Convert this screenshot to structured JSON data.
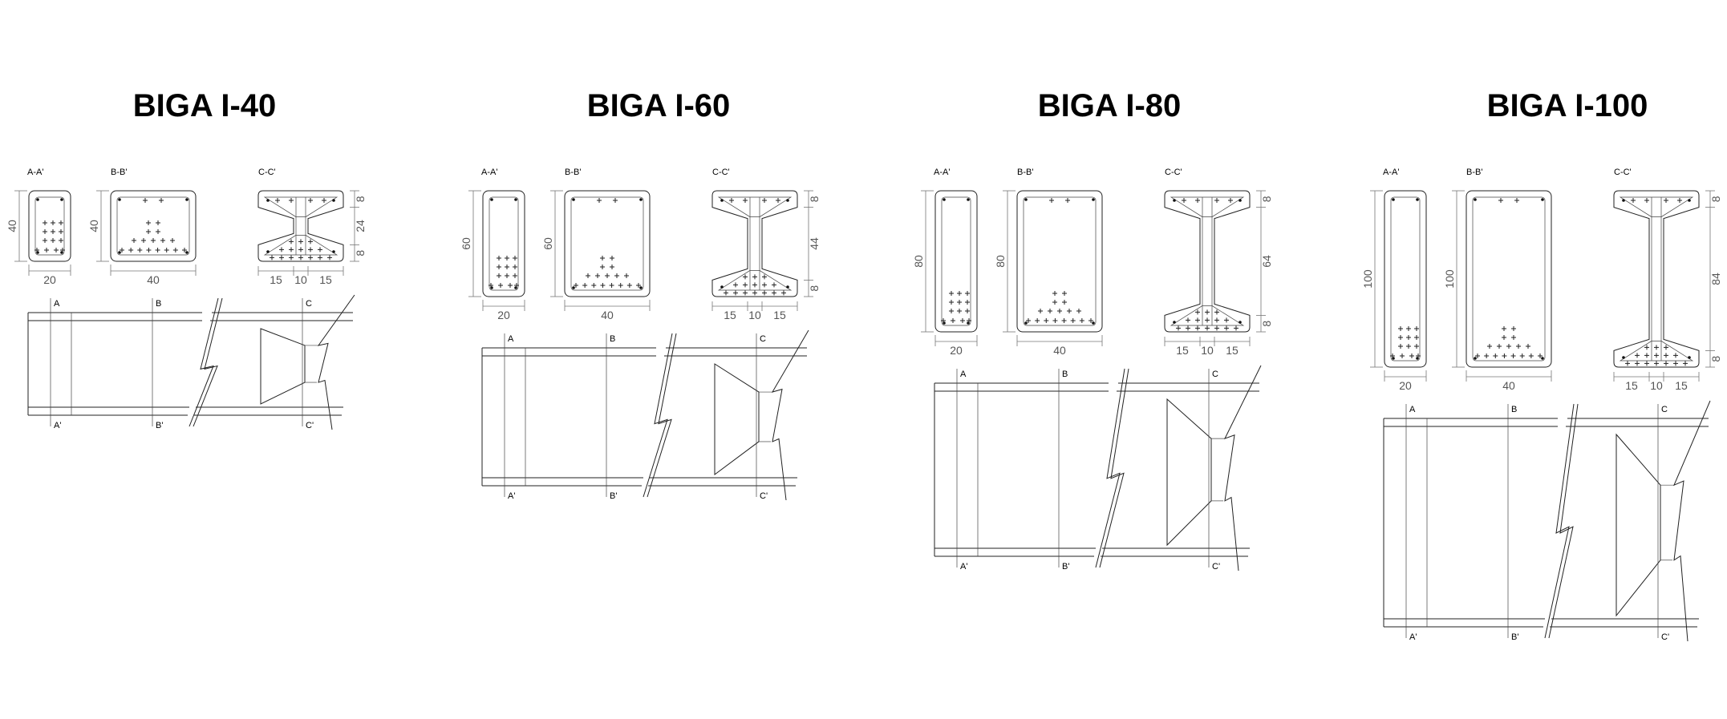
{
  "beams": [
    {
      "title": "BIGA I-40",
      "h": 40,
      "sections": {
        "aa": "A-A'",
        "bb": "B-B'",
        "cc": "C-C'"
      },
      "dims": {
        "aa_width": "20",
        "aa_height": "40",
        "bb_width": "40",
        "bb_height": "40",
        "cc_widths": [
          "15",
          "10",
          "15"
        ],
        "cc_heights": [
          "8",
          "24",
          "8"
        ]
      },
      "cuts": {
        "a_top": "A",
        "b_top": "B",
        "c_top": "C",
        "a_bot": "A'",
        "b_bot": "B'",
        "c_bot": "C'"
      }
    },
    {
      "title": "BIGA I-60",
      "h": 60,
      "sections": {
        "aa": "A-A'",
        "bb": "B-B'",
        "cc": "C-C'"
      },
      "dims": {
        "aa_width": "20",
        "aa_height": "60",
        "bb_width": "40",
        "bb_height": "60",
        "cc_widths": [
          "15",
          "10",
          "15"
        ],
        "cc_heights": [
          "8",
          "44",
          "8"
        ]
      },
      "cuts": {
        "a_top": "A",
        "b_top": "B",
        "c_top": "C",
        "a_bot": "A'",
        "b_bot": "B'",
        "c_bot": "C'"
      }
    },
    {
      "title": "BIGA I-80",
      "h": 80,
      "sections": {
        "aa": "A-A'",
        "bb": "B-B'",
        "cc": "C-C'"
      },
      "dims": {
        "aa_width": "20",
        "aa_height": "80",
        "bb_width": "40",
        "bb_height": "80",
        "cc_widths": [
          "15",
          "10",
          "15"
        ],
        "cc_heights": [
          "8",
          "64",
          "8"
        ]
      },
      "cuts": {
        "a_top": "A",
        "b_top": "B",
        "c_top": "C",
        "a_bot": "A'",
        "b_bot": "B'",
        "c_bot": "C'"
      }
    },
    {
      "title": "BIGA I-100",
      "h": 100,
      "sections": {
        "aa": "A-A'",
        "bb": "B-B'",
        "cc": "C-C'"
      },
      "dims": {
        "aa_width": "20",
        "aa_height": "100",
        "bb_width": "40",
        "bb_height": "100",
        "cc_widths": [
          "15",
          "10",
          "15"
        ],
        "cc_heights": [
          "8",
          "84",
          "8"
        ]
      },
      "cuts": {
        "a_top": "A",
        "b_top": "B",
        "c_top": "C",
        "a_bot": "A'",
        "b_bot": "B'",
        "c_bot": "C'"
      }
    }
  ]
}
